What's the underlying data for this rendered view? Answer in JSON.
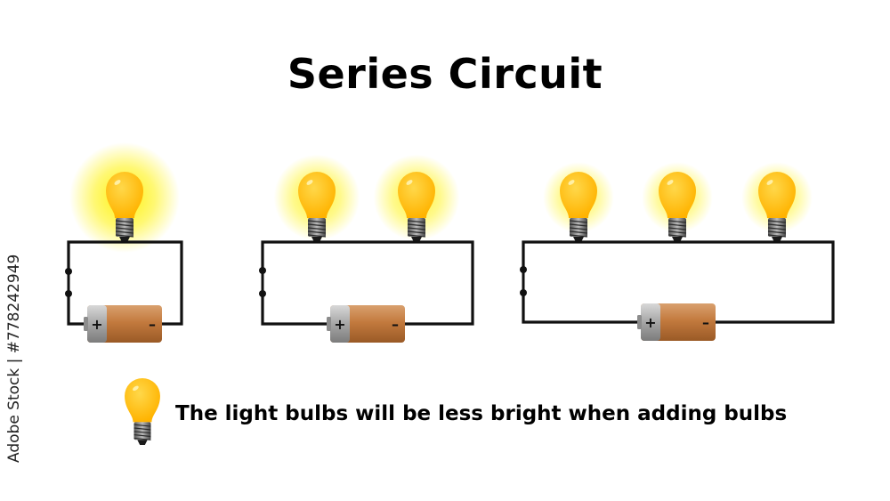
{
  "title": "Series Circuit",
  "caption": "The light bulbs will be less bright when adding bulbs",
  "watermark": "Adobe Stock | #778242949",
  "battery": {
    "plus": "+",
    "minus": "–"
  },
  "circuits": [
    {
      "bulbs": 1,
      "brightness": 1.0
    },
    {
      "bulbs": 2,
      "brightness": 0.6
    },
    {
      "bulbs": 3,
      "brightness": 0.35
    }
  ],
  "colors": {
    "wire": "#111111",
    "bulb": "#ffc20e",
    "glow": "#fff200",
    "battery_body": "#c8834a",
    "battery_cap": "#a9a9a9"
  }
}
